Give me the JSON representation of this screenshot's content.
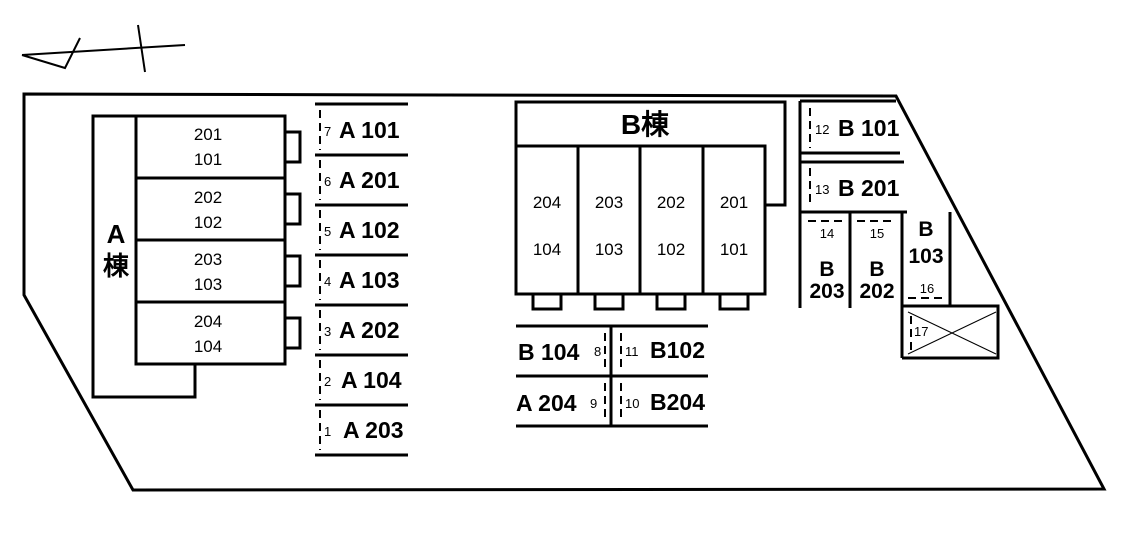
{
  "building_a": {
    "label_1": "A",
    "label_2": "棟",
    "units": [
      {
        "upper": "201",
        "lower": "101"
      },
      {
        "upper": "202",
        "lower": "102"
      },
      {
        "upper": "203",
        "lower": "103"
      },
      {
        "upper": "204",
        "lower": "104"
      }
    ]
  },
  "building_b": {
    "title": "B棟",
    "units": [
      {
        "upper": "204",
        "lower": "104"
      },
      {
        "upper": "203",
        "lower": "103"
      },
      {
        "upper": "202",
        "lower": "102"
      },
      {
        "upper": "201",
        "lower": "101"
      }
    ]
  },
  "parking": {
    "column_a": [
      {
        "no": "7",
        "assigned": "A 101"
      },
      {
        "no": "6",
        "assigned": "A 201"
      },
      {
        "no": "5",
        "assigned": "A 102"
      },
      {
        "no": "4",
        "assigned": "A 103"
      },
      {
        "no": "3",
        "assigned": "A 202"
      },
      {
        "no": "2",
        "assigned": "A 104"
      },
      {
        "no": "1",
        "assigned": "A 203"
      }
    ],
    "center": {
      "s8": {
        "no": "8",
        "assigned": "B 104"
      },
      "s9": {
        "no": "9",
        "assigned": "A 204"
      },
      "s10": {
        "no": "10",
        "assigned": "B204"
      },
      "s11": {
        "no": "11",
        "assigned": "B102"
      }
    },
    "right": {
      "s12": {
        "no": "12",
        "assigned": "B 101"
      },
      "s13": {
        "no": "13",
        "assigned": "B 201"
      },
      "s14": {
        "no": "14",
        "line1": "B",
        "line2": "203"
      },
      "s15": {
        "no": "15",
        "line1": "B",
        "line2": "202"
      },
      "s16": {
        "no": "16",
        "line1": "B",
        "line2": "103"
      },
      "s17": {
        "no": "17"
      }
    }
  }
}
